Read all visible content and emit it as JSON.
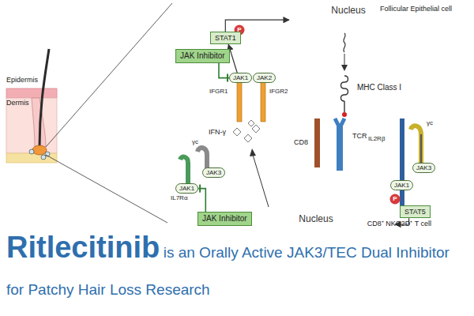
{
  "diagram": {
    "title": "Ritlecitinib",
    "caption": "is an Orally Active JAK3/TEC Dual Inhibitor for Patchy Hair Loss Research",
    "nodes": [
      {
        "text": [
          "Follicular Epithelial cell"
        ]
      },
      {
        "text": [
          "Nucleus"
        ],
        "in": 0
      },
      {
        "text": [
          "STAT1"
        ],
        "in": 0
      },
      {
        "text": [
          "JAK Inhibitor"
        ],
        "in": 0
      },
      {
        "text": [
          "JAK1"
        ],
        "in": 0
      },
      {
        "text": [
          "JAK2"
        ],
        "in": 0
      },
      {
        "text": [
          "CD8⁺ NKG2D⁺ T cell"
        ]
      },
      {
        "text": [
          "Nucleus"
        ],
        "in": 6
      },
      {
        "text": [
          "JAK1"
        ],
        "in": 6
      },
      {
        "text": [
          "JAK3"
        ],
        "in": 6
      },
      {
        "text": [
          "JAK Inhibitor"
        ],
        "in": 6
      },
      {
        "text": [
          "JAK3"
        ],
        "in": 6
      },
      {
        "text": [
          "JAK1"
        ],
        "in": 6
      },
      {
        "text": [
          "STAT5"
        ],
        "in": 6
      }
    ],
    "edges": [
      {
        "from": 2,
        "to": 1,
        "arrow": "to"
      },
      {
        "from": 4,
        "to": 2,
        "arrow": "to"
      },
      {
        "from": 3,
        "to": 4,
        "arrow": "none"
      },
      {
        "from": 10,
        "to": 8,
        "arrow": "none"
      },
      {
        "from": 13,
        "to": 7,
        "arrow": "to"
      }
    ],
    "labels": [
      "P",
      "IFGR1",
      "IFGR2",
      "MHC Class I",
      "TCR",
      "CD8",
      "IFN-γ",
      "IL7Rα",
      "γc",
      "IL2Rβ",
      "γc",
      "P",
      "Epidermis",
      "Dermis"
    ]
  }
}
